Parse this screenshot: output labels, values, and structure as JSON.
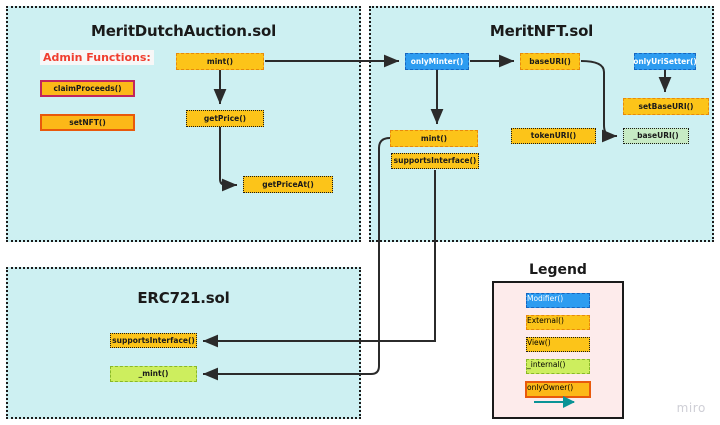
{
  "board": {
    "watermark": "miro",
    "background": "#ffffff",
    "panel_fill": "#cdf0f2",
    "legend_fill": "#fdebeb"
  },
  "panels": [
    {
      "id": "dutch",
      "title": "MeritDutchAuction.sol"
    },
    {
      "id": "nft",
      "title": "MeritNFT.sol"
    },
    {
      "id": "erc",
      "title": "ERC721.sol"
    }
  ],
  "admin": {
    "label": "Admin Functions:",
    "label_color": "#f03e2f",
    "functions": [
      {
        "label": "claimProceeds()",
        "style": "onlyOwner"
      },
      {
        "label": "setNFT()",
        "style": "onlyOwner"
      }
    ]
  },
  "dutch_nodes": [
    {
      "label": "mint()",
      "style": "External"
    },
    {
      "label": "getPrice()",
      "style": "View"
    },
    {
      "label": "getPriceAt()",
      "style": "View"
    }
  ],
  "nft_nodes": [
    {
      "label": "onlyMinter()",
      "style": "Modifier"
    },
    {
      "label": "baseURI()",
      "style": "External"
    },
    {
      "label": "onlyUriSetter()",
      "style": "Modifier"
    },
    {
      "label": "setBaseURI()",
      "style": "External"
    },
    {
      "label": "mint()",
      "style": "External"
    },
    {
      "label": "tokenURI()",
      "style": "View"
    },
    {
      "label": "_baseURI()",
      "style": "internal"
    },
    {
      "label": "supportsInterface()",
      "style": "View"
    }
  ],
  "erc_nodes": [
    {
      "label": "supportsInterface()",
      "style": "View"
    },
    {
      "label": "_mint()",
      "style": "internal"
    }
  ],
  "legend": {
    "title": "Legend",
    "items": [
      {
        "label": "Modifier()",
        "fill": "#2d9cf0",
        "border": "#1565c0"
      },
      {
        "label": "External()",
        "fill": "#fcc419",
        "border": "#e8890c"
      },
      {
        "label": "View()",
        "fill": "#fcc419",
        "border": "#1a1a1a"
      },
      {
        "label": "_internal()",
        "fill": "#cdee5e",
        "border": "#89b828"
      },
      {
        "label": "onlyOwner()",
        "fill": "#fcb818",
        "border": "#e8590c"
      }
    ],
    "arrow_label": "call-arrow",
    "arrow_color": "#0a9396"
  }
}
